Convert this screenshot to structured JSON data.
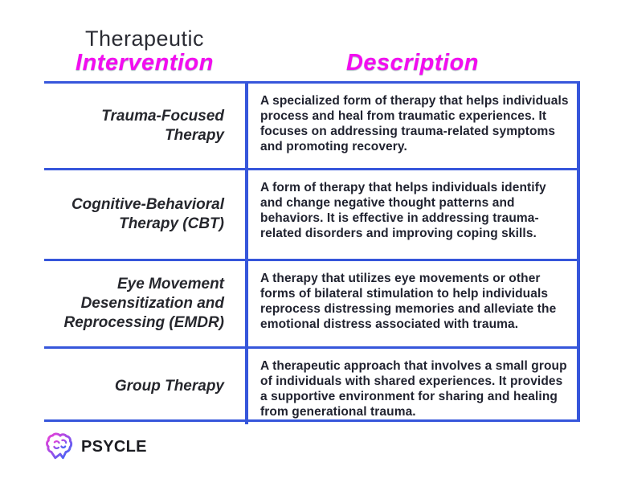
{
  "header": {
    "intervention_label_line1": "Therapeutic",
    "intervention_label_line2": "Intervention",
    "description_label": "Description"
  },
  "colors": {
    "accent_magenta": "#f30df0",
    "line_blue": "#3656DB",
    "text_dark": "#26272d"
  },
  "table": {
    "rows": [
      {
        "intervention": "Trauma-Focused Therapy",
        "description": "A specialized form of therapy that helps individuals process and heal from traumatic experiences. It focuses on addressing trauma-related symptoms and promoting recovery."
      },
      {
        "intervention": "Cognitive-Behavioral Therapy (CBT)",
        "description": "A form of therapy that helps individuals identify and change negative thought patterns and behaviors. It is effective in addressing trauma-related disorders and improving coping skills."
      },
      {
        "intervention": "Eye Movement Desensitization and Reprocessing (EMDR)",
        "description": "A therapy that utilizes eye movements or other forms of bilateral stimulation to help individuals reprocess distressing memories and alleviate the emotional distress associated with trauma."
      },
      {
        "intervention": "Group Therapy",
        "description": "A therapeutic approach that involves a small group of individuals with shared experiences. It provides a supportive environment for sharing and healing from generational trauma."
      }
    ]
  },
  "footer": {
    "brand": "PSYCLE",
    "icon": "brain-icon"
  }
}
